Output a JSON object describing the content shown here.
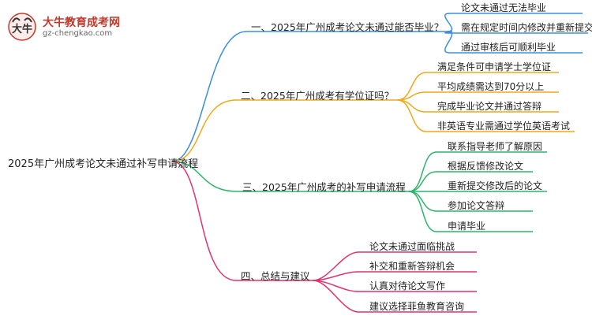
{
  "logo": {
    "brand": "大牛教育成考网",
    "site": "gz-chengkao.com",
    "icon": "bull-mascot-icon"
  },
  "root": {
    "label": "2025年广州成考论文未通过补写申请流程"
  },
  "branches": [
    {
      "label": "一、2025年广州成考论文未通过能否毕业？",
      "color": "#3b8de0",
      "leaves": [
        "论文未通过无法毕业",
        "需在规定时间内修改并重新提交",
        "通过审核后可顺利毕业"
      ]
    },
    {
      "label": "二、2025年广州成考有学位证吗？",
      "color": "#f0a818",
      "leaves": [
        "满足条件可申请学士学位证",
        "平均成绩需达到70分以上",
        "完成毕业论文并通过答辩",
        "非英语专业需通过学位英语考试"
      ]
    },
    {
      "label": "三、2025年广州成考的补写申请流程",
      "color": "#2cb56a",
      "leaves": [
        "联系指导老师了解原因",
        "根据反馈修改论文",
        "重新提交修改后的论文",
        "参加论文答辩",
        "申请毕业"
      ]
    },
    {
      "label": "四、总结与建议",
      "color": "#e0326e",
      "leaves": [
        "论文未通过面临挑战",
        "补交和重新答辩机会",
        "认真对待论文写作",
        "建议选择菲鱼教育咨询"
      ]
    }
  ]
}
